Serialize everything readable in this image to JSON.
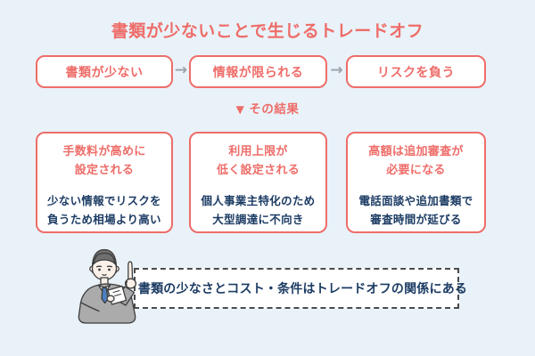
{
  "page": {
    "title": "書類が少ないことで生じるトレードオフ",
    "background": "#E9F2F9"
  },
  "colors": {
    "accent_coral": "#EE6D69",
    "text_navy": "#1C3C64",
    "arrow_gray": "#9AA0A6",
    "dashed_border": "#4B4B4B",
    "card_background": "#FFFFFF"
  },
  "flow": {
    "steps": [
      "書類が少ない",
      "情報が限られる",
      "リスクを負う"
    ],
    "arrow": "→"
  },
  "result": {
    "marker": "▼",
    "label": "その結果"
  },
  "cards": [
    {
      "heading_line1": "手数料が高めに",
      "heading_line2": "設定される",
      "body_line1": "少ない情報でリスクを",
      "body_line2": "負うため相場より高い"
    },
    {
      "heading_line1": "利用上限が",
      "heading_line2": "低く設定される",
      "body_line1": "個人事業主特化のため",
      "body_line2": "大型調達に不向き"
    },
    {
      "heading_line1": "高額は追加審査が",
      "heading_line2": "必要になる",
      "body_line1": "電話面談や追加書類で",
      "body_line2": "審査時間が延びる"
    }
  ],
  "callout": {
    "text": "書類の少なさとコスト・条件はトレードオフの関係にある",
    "illustration": "businessman-pointing"
  }
}
